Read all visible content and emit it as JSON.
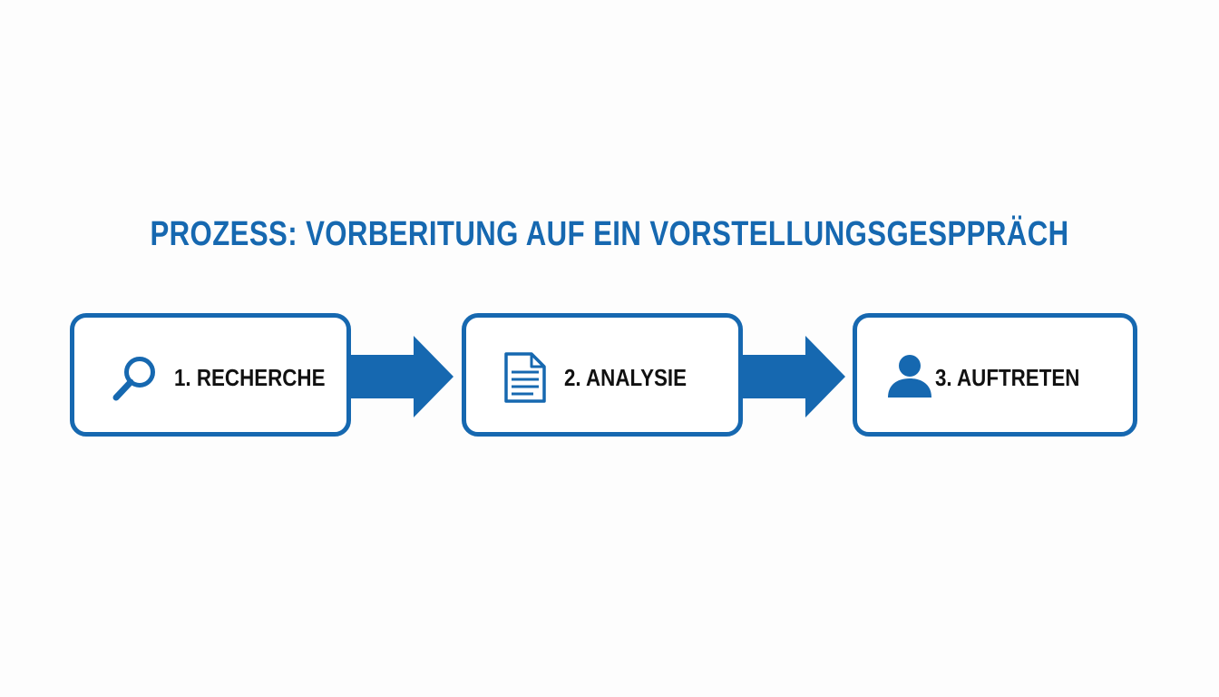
{
  "title": "PROZESS: VORBERITUNG AUF EIN VORSTELLUNGSGESPPRÄCH",
  "colors": {
    "accent": "#1668b0",
    "label_text": "#111111",
    "background": "#fdfdfd"
  },
  "steps": [
    {
      "label": "1. RECHERCHE",
      "icon": "magnifier-icon"
    },
    {
      "label": "2. ANALYSIE",
      "icon": "document-icon"
    },
    {
      "label": "3. AUFTRETEN",
      "icon": "person-icon"
    }
  ],
  "connectors": [
    "arrow-right",
    "arrow-right"
  ]
}
